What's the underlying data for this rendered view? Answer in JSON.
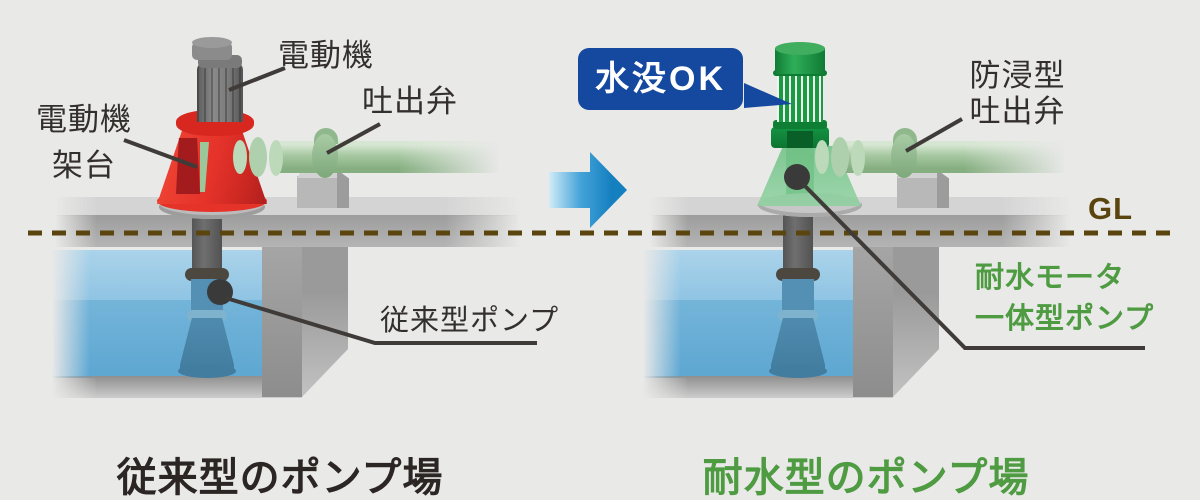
{
  "left": {
    "title": "従来型のポンプ場",
    "motor_label": "電動機",
    "stand_label_line1": "電動機",
    "stand_label_line2": "架台",
    "valve_label": "吐出弁",
    "pump_label": "従来型ポンプ"
  },
  "right": {
    "title": "耐水型のポンプ場",
    "callout_bubble": "水没OK",
    "valve_label_line1": "防浸型",
    "valve_label_line2": "吐出弁",
    "pump_label_line1": "耐水モータ",
    "pump_label_line2": "一体型ポンプ",
    "ground_level_label": "GL"
  },
  "colors": {
    "background": "#e9e9e8",
    "red_stand": "#e5332a",
    "green_pump": "#1a9b43",
    "green_text": "#4e9b42",
    "arrow_blue": "#1b86c4",
    "bubble_blue": "#15489f",
    "gl_brown": "#5a450f",
    "water_blue": "#74b4d9",
    "label_dark": "#332f2d"
  }
}
